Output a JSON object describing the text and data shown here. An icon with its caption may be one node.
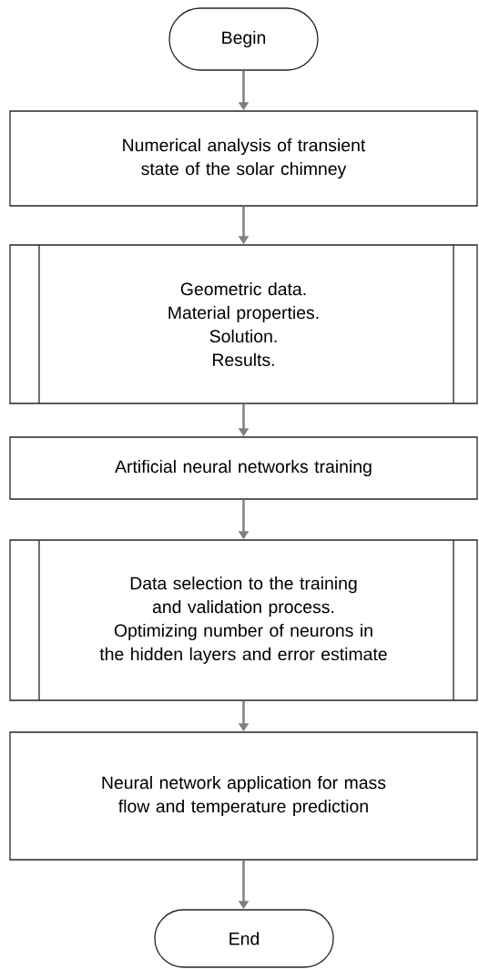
{
  "diagram": {
    "nodes": [
      {
        "text": [
          "Begin"
        ]
      },
      {
        "text": [
          "Numerical analysis of transient state of the solar chimney"
        ]
      },
      {
        "text": [
          "Geometric data.",
          "Material properties.",
          "Solution.",
          "Results."
        ]
      },
      {
        "text": [
          "Artificial neural networks training"
        ]
      },
      {
        "text": [
          "Data selection to the training and validation process.",
          "Optimizing number of neurons in the hidden layers and error estimate"
        ]
      },
      {
        "text": [
          "Neural network application for mass flow and temperature prediction"
        ]
      },
      {
        "text": [
          "End"
        ]
      }
    ],
    "edges": [
      {
        "from": 0,
        "to": 1,
        "arrow": "to"
      },
      {
        "from": 1,
        "to": 2,
        "arrow": "to"
      },
      {
        "from": 2,
        "to": 3,
        "arrow": "to"
      },
      {
        "from": 3,
        "to": 4,
        "arrow": "to"
      },
      {
        "from": 4,
        "to": 5,
        "arrow": "to"
      },
      {
        "from": 5,
        "to": 6,
        "arrow": "to"
      }
    ]
  }
}
